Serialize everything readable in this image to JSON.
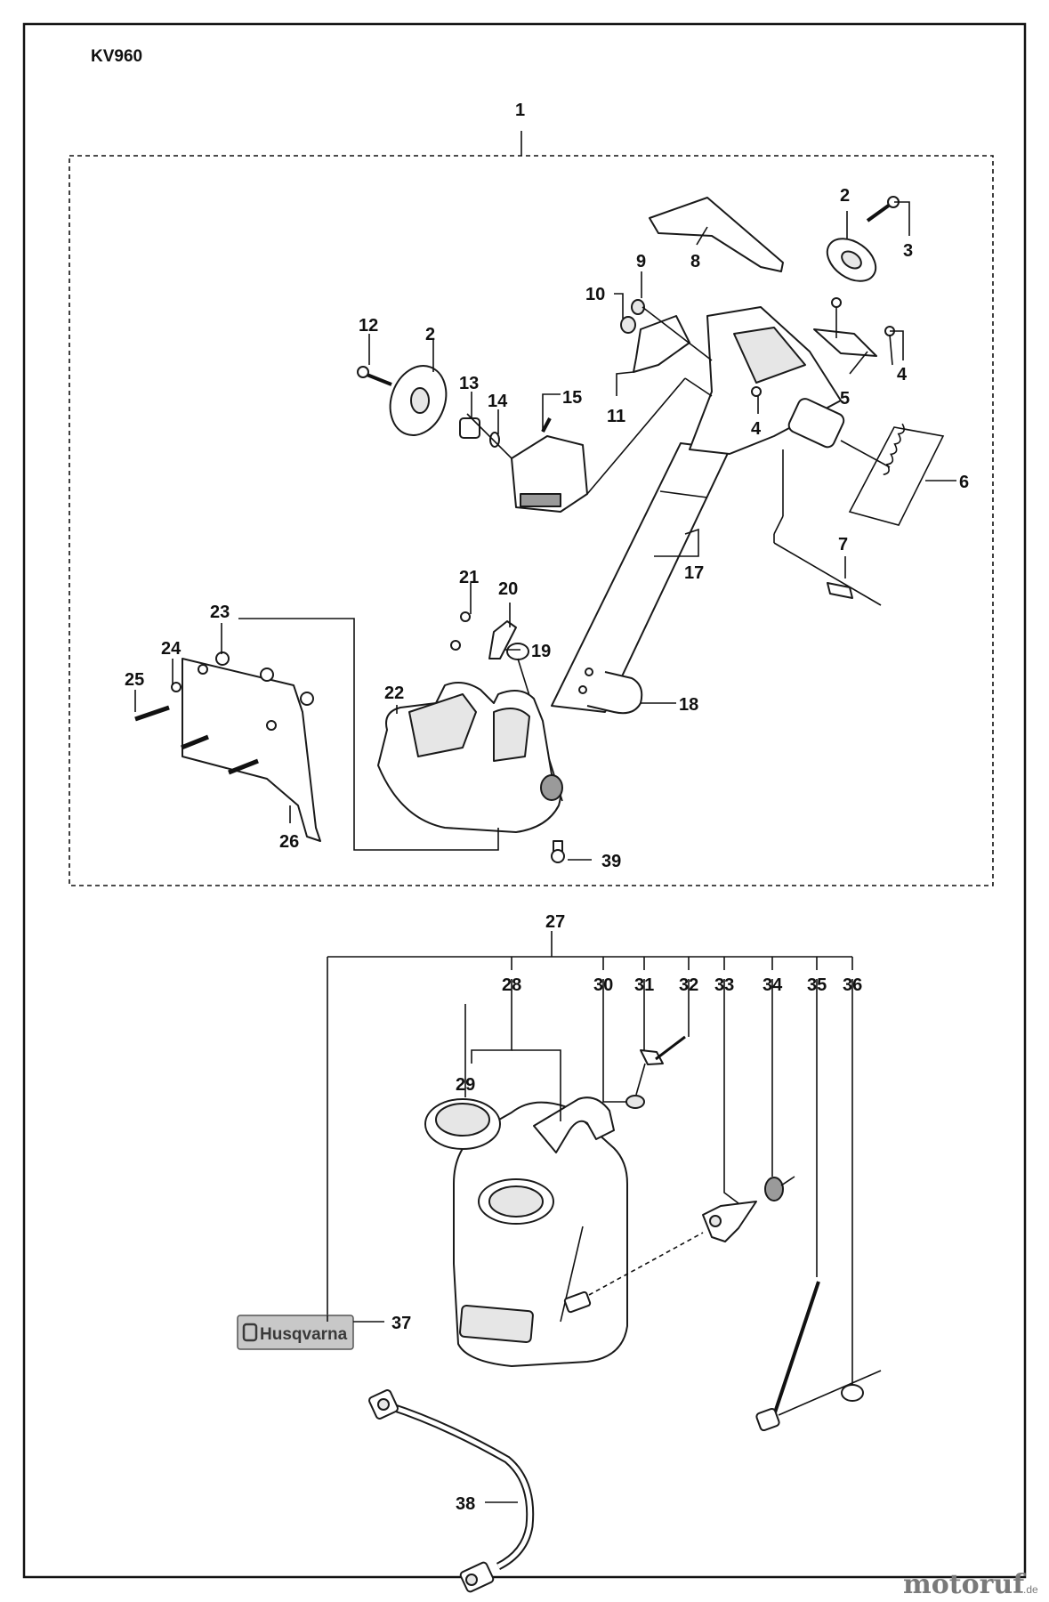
{
  "model": "KV960",
  "labels": {
    "p1": "1",
    "p2a": "2",
    "p2b": "2",
    "p3": "3",
    "p4a": "4",
    "p4b": "4",
    "p5": "5",
    "p6": "6",
    "p7": "7",
    "p8": "8",
    "p9": "9",
    "p10": "10",
    "p11": "11",
    "p12": "12",
    "p13": "13",
    "p14": "14",
    "p15": "15",
    "p17": "17",
    "p18": "18",
    "p19": "19",
    "p20": "20",
    "p21": "21",
    "p22": "22",
    "p23": "23",
    "p24": "24",
    "p25": "25",
    "p26": "26",
    "p27": "27",
    "p28": "28",
    "p29": "29",
    "p30": "30",
    "p31": "31",
    "p32": "32",
    "p33": "33",
    "p34": "34",
    "p35": "35",
    "p36": "36",
    "p37": "37",
    "p38": "38",
    "p39": "39"
  },
  "decal_logo": "Husqvarna",
  "watermark": {
    "brand": "motoruf",
    "suffix": ".de"
  }
}
